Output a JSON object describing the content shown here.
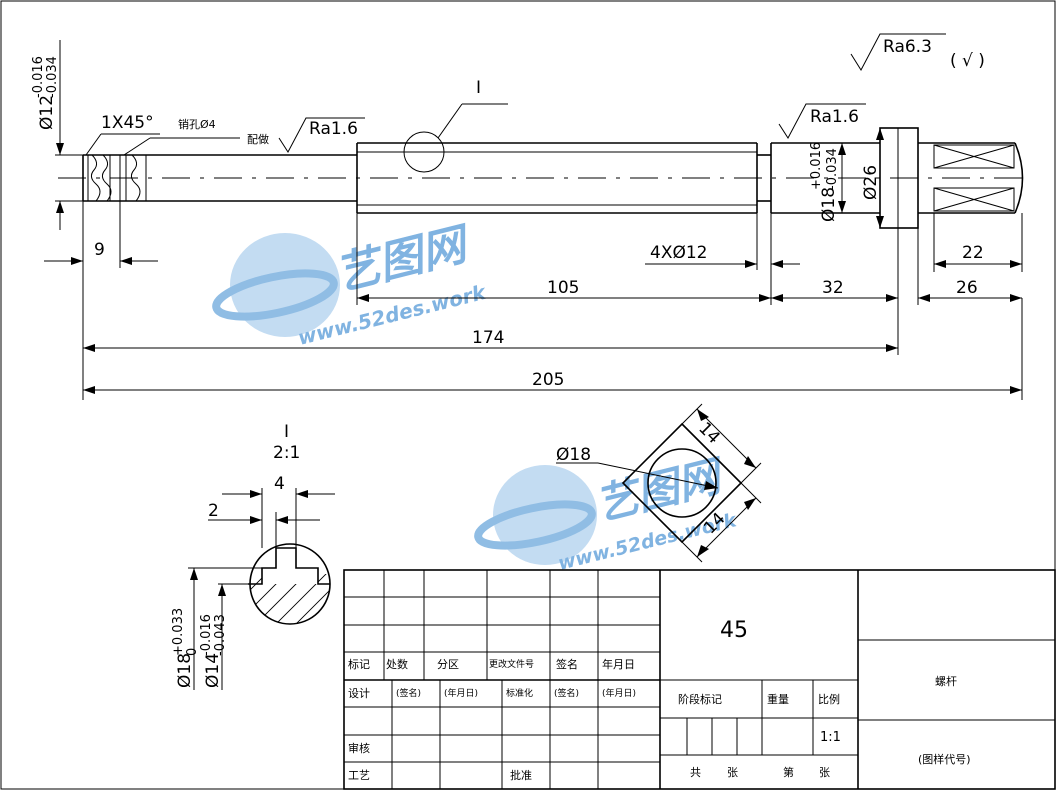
{
  "drawing": {
    "ra_global": "Ra6.3",
    "ra_global_suffix": "( √ )",
    "chamfer_label": "1X45°",
    "pin_hole_label": "销孔Ø4",
    "match_drill_label": "配做",
    "ra_1_6_a": "Ra1.6",
    "ra_1_6_b": "Ra1.6",
    "detail_marker": "I",
    "dia12": "Ø12",
    "dia12_tol_upper": "-0.016",
    "dia12_tol_lower": "-0.034",
    "dia18": "Ø18",
    "dia18_tol_upper": "+0.016",
    "dia18_tol_lower": "-0.034",
    "dia26": "Ø26",
    "dim_9": "9",
    "dim_4x12": "4XØ12",
    "dim_22": "22",
    "dim_105": "105",
    "dim_32": "32",
    "dim_26": "26",
    "dim_174": "174",
    "dim_205": "205"
  },
  "detail": {
    "title": "I",
    "scale": "2:1",
    "dim_4": "4",
    "dim_2": "2",
    "dia18": "Ø18",
    "dia18_tol_upper": "+0.033",
    "dia18_tol_lower": "0",
    "dia14": "Ø14",
    "dia14_tol_upper": "-0.016",
    "dia14_tol_lower": "-0.043"
  },
  "section": {
    "dia18": "Ø18",
    "dim_14a": "14",
    "dim_14b": "14"
  },
  "title_block": {
    "material": "45",
    "part_name": "螺杆",
    "drawing_no": "(图样代号)",
    "labels": {
      "mark": "标记",
      "count": "处数",
      "zone": "分区",
      "change_doc": "更改文件号",
      "signature": "签名",
      "date": "年月日",
      "design": "设计",
      "sign_paren": "(签名)",
      "date_paren": "(年月日)",
      "standardize": "标准化",
      "sign_paren_2": "(签名)",
      "date_paren_2": "(年月日)",
      "review": "审核",
      "process": "工艺",
      "approve": "批准",
      "stage_mark": "阶段标记",
      "weight": "重量",
      "scale": "比例",
      "scale_value": "1:1",
      "total": "共",
      "sheets": "张",
      "page": "第",
      "sheet": "张"
    }
  },
  "watermark": {
    "brand": "艺图网",
    "url": "www.52des.work",
    "color_light": "#9fc6ea",
    "color_dark": "#3a7fc8"
  }
}
